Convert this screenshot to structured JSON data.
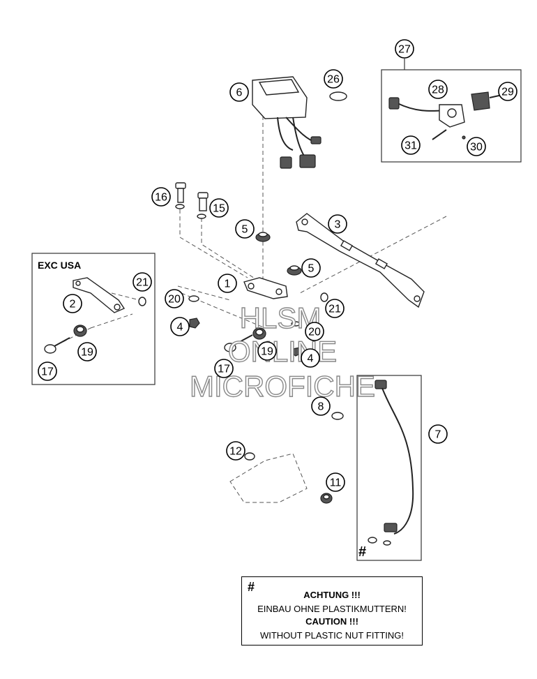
{
  "callouts": [
    {
      "label": "27"
    },
    {
      "label": "26"
    },
    {
      "label": "6"
    },
    {
      "label": "28"
    },
    {
      "label": "29"
    },
    {
      "label": "31"
    },
    {
      "label": "30"
    },
    {
      "label": "16"
    },
    {
      "label": "15"
    },
    {
      "label": "5"
    },
    {
      "label": "3"
    },
    {
      "label": "5"
    },
    {
      "label": "1"
    },
    {
      "label": "21"
    },
    {
      "label": "20"
    },
    {
      "label": "21"
    },
    {
      "label": "20"
    },
    {
      "label": "4"
    },
    {
      "label": "19"
    },
    {
      "label": "4"
    },
    {
      "label": "17"
    },
    {
      "label": "2"
    },
    {
      "label": "19"
    },
    {
      "label": "17"
    },
    {
      "label": "8"
    },
    {
      "label": "7"
    },
    {
      "label": "12"
    },
    {
      "label": "11"
    }
  ],
  "inset": {
    "label": "EXC USA"
  },
  "watermark": {
    "line1": "HLSM",
    "line2": "ONLINE",
    "line3": "MICROFICHE"
  },
  "cable_note_mark": "#",
  "note": {
    "mark": "#",
    "line1": "ACHTUNG !!!",
    "line2": "EINBAU OHNE PLASTIKMUTTERN!",
    "line3": "CAUTION !!!",
    "line4": "WITHOUT PLASTIC NUT FITTING!"
  }
}
